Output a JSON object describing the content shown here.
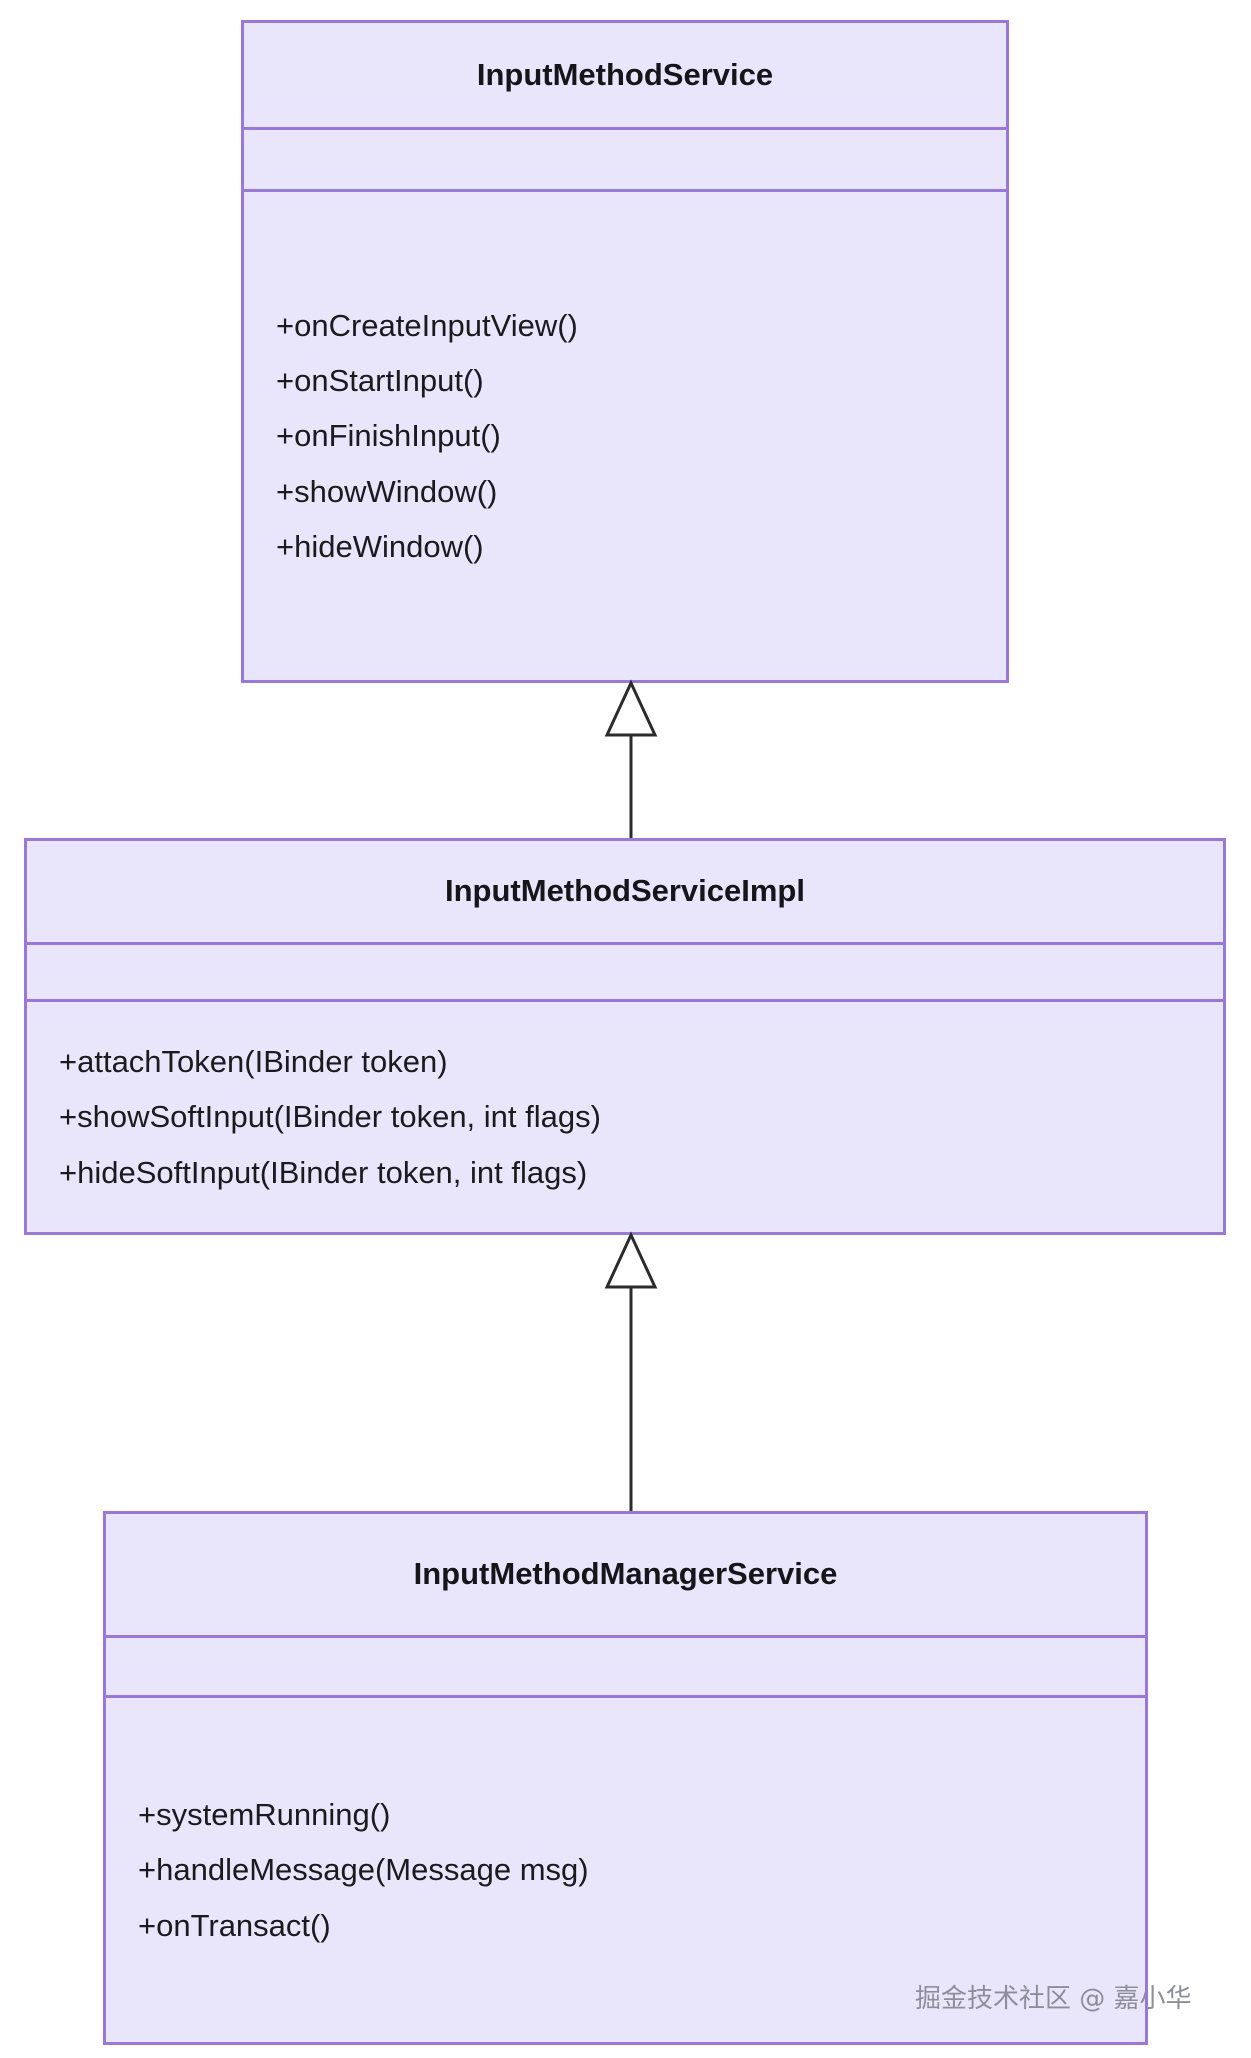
{
  "diagram": {
    "type": "uml-class-diagram",
    "relationship": "generalization",
    "colors": {
      "box_fill": "#e9e5fb",
      "box_border": "#9878e0",
      "text": "#16161a",
      "connector": "#2b2b2b",
      "watermark": "#8e8e9a",
      "background": "#ffffff"
    },
    "classes": [
      {
        "id": "input-method-service",
        "name": "InputMethodService",
        "attributes": [],
        "methods": [
          "+onCreateInputView()",
          "+onStartInput()",
          "+onFinishInput()",
          "+showWindow()",
          "+hideWindow()"
        ]
      },
      {
        "id": "input-method-service-impl",
        "name": "InputMethodServiceImpl",
        "attributes": [],
        "methods": [
          "+attachToken(IBinder token)",
          "+showSoftInput(IBinder token, int flags)",
          "+hideSoftInput(IBinder token, int flags)"
        ]
      },
      {
        "id": "input-method-manager-service",
        "name": "InputMethodManagerService",
        "attributes": [],
        "methods": [
          "+systemRunning()",
          "+handleMessage(Message msg)",
          "+onTransact()"
        ]
      }
    ],
    "edges": [
      {
        "from": "input-method-service-impl",
        "to": "input-method-service",
        "kind": "inheritance"
      },
      {
        "from": "input-method-manager-service",
        "to": "input-method-service-impl",
        "kind": "inheritance"
      }
    ]
  },
  "watermark": {
    "text": "掘金技术社区 @ 嘉小华"
  }
}
